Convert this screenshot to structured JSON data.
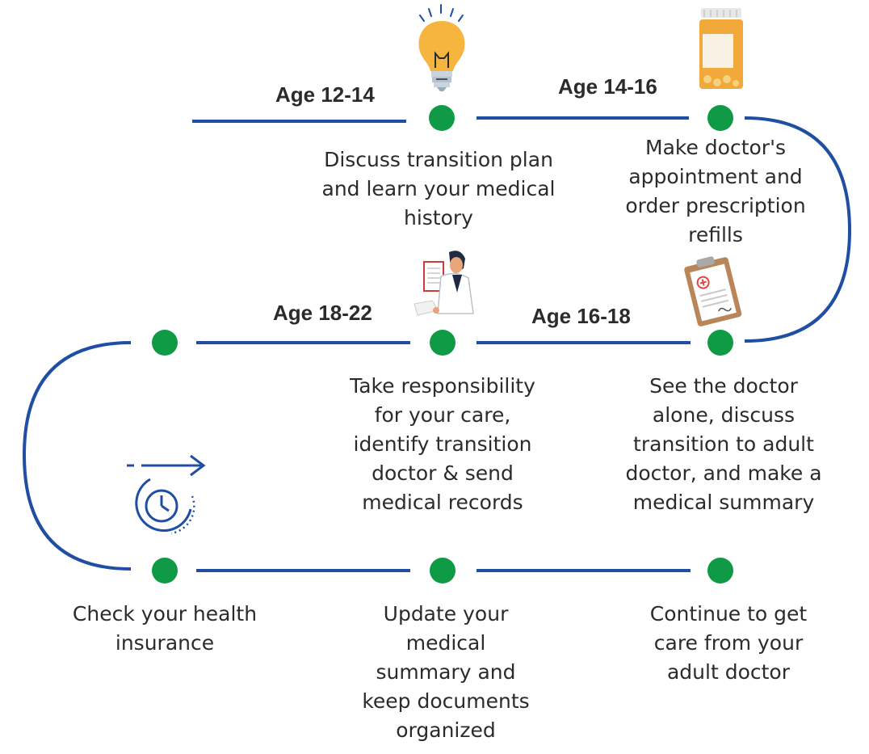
{
  "colors": {
    "line": "#1f4ea3",
    "dot": "#0f9b45",
    "text": "#2b2b2b"
  },
  "steps": [
    {
      "age": "Age 12-14",
      "lines": [
        "Discuss transition plan",
        "and learn your medical",
        "history"
      ],
      "icon": "light-bulb-icon"
    },
    {
      "age": "Age 14-16",
      "lines": [
        "Make doctor's",
        "appointment and",
        "order prescription",
        "refills"
      ],
      "icon": "pill-bottle-icon"
    },
    {
      "age": "Age 16-18",
      "lines": [
        "See the doctor",
        "alone, discuss",
        "transition to adult",
        "doctor, and make a",
        "medical summary"
      ],
      "icon": "clipboard-icon"
    },
    {
      "age": "Age 18-22",
      "lines": [
        "Take responsibility",
        "for your care,",
        "identify transition",
        "doctor & send",
        "medical records"
      ],
      "icon": "doctor-icon"
    }
  ],
  "final_steps": [
    {
      "lines": [
        "Check your health",
        "insurance"
      ]
    },
    {
      "lines": [
        "Update your",
        "medical",
        "summary and",
        "keep documents",
        "organized"
      ]
    },
    {
      "lines": [
        "Continue to get",
        "care from your",
        "adult doctor"
      ]
    }
  ],
  "extra_icons": [
    "clock-arrow-icon"
  ]
}
